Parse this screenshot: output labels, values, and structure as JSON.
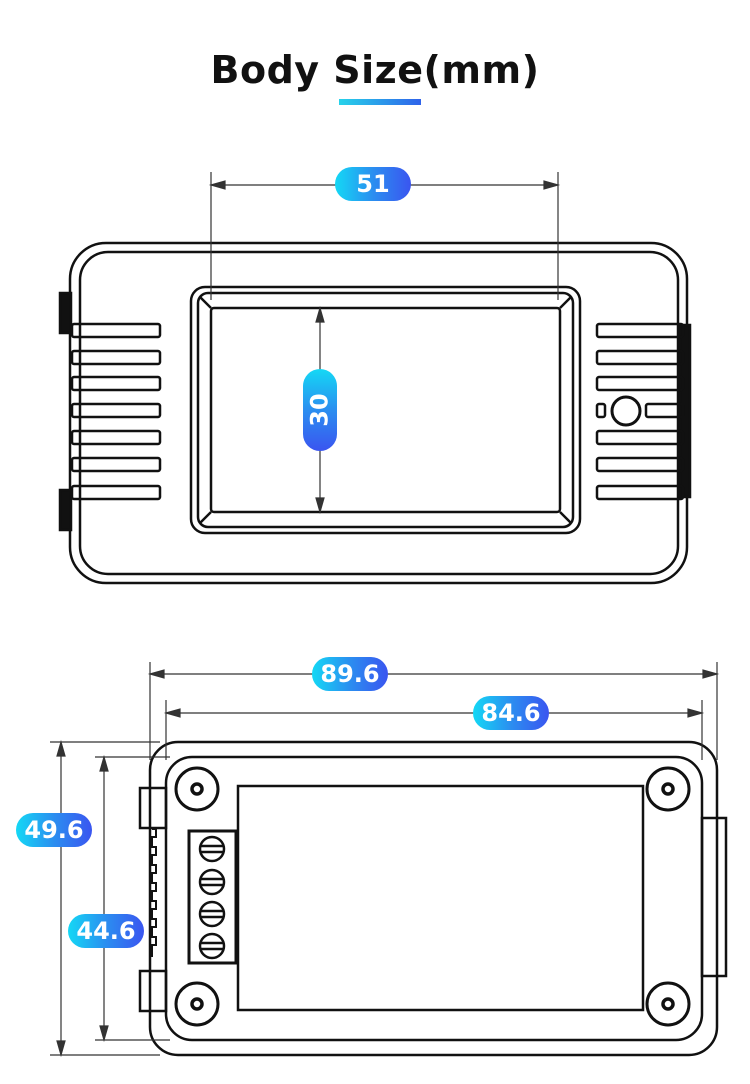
{
  "header": {
    "title": "Body Size(mm)",
    "underline_gradient": [
      "#27d3ea",
      "#2f62ea"
    ]
  },
  "colors": {
    "badge_start": "#14d8f5",
    "badge_end": "#3a55f0",
    "line": "#111111",
    "dim_line": "#333333"
  },
  "front_view": {
    "dimensions": {
      "display_width": "51",
      "display_height": "30"
    }
  },
  "side_view": {
    "dimensions": {
      "overall_width": "89.6",
      "body_width": "84.6",
      "overall_height": "49.6",
      "body_height": "44.6"
    },
    "terminal_screws": 4,
    "mount_holes": 4
  }
}
